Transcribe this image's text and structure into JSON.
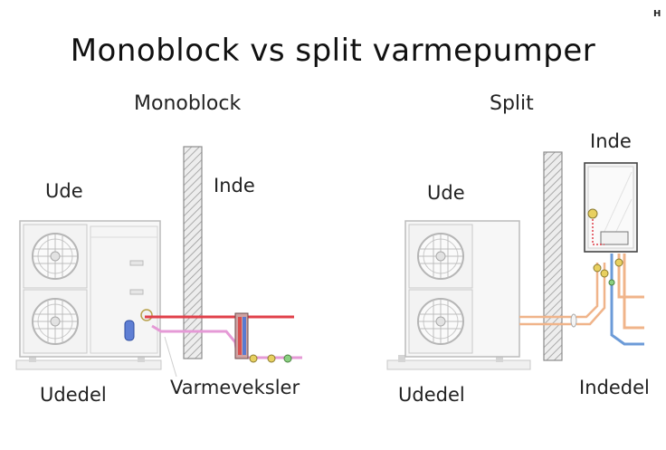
{
  "corner_mark": "H",
  "title": "Monoblock vs split varmepumper",
  "monoblock": {
    "heading": "Monoblock",
    "outdoor_label": "Ude",
    "indoor_label": "Inde",
    "unit_label": "Udedel",
    "exchanger_label": "Varmeveksler"
  },
  "split": {
    "heading": "Split",
    "outdoor_label": "Ude",
    "indoor_label": "Inde",
    "outdoor_unit_label": "Udedel",
    "indoor_unit_label": "Indedel"
  },
  "colors": {
    "hot_pipe": "#e0404a",
    "return_pipe": "#e59ad6",
    "refrigerant_pipe": "#f0b48a",
    "cold_pipe": "#6c9bd8",
    "unit_outline": "#b9b9b9",
    "wall": "#e9e9e9"
  }
}
